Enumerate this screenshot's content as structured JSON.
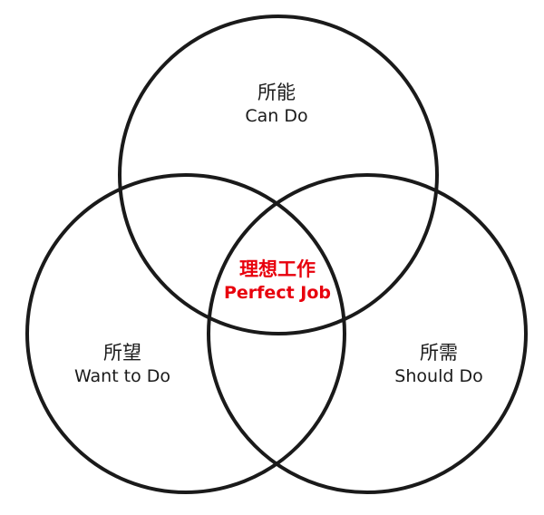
{
  "diagram": {
    "type": "venn",
    "sets": [
      {
        "zh": "所能",
        "en": "Can Do"
      },
      {
        "zh": "所望",
        "en": "Want to Do"
      },
      {
        "zh": "所需",
        "en": "Should Do"
      }
    ],
    "intersection": {
      "zh": "理想工作",
      "en": "Perfect Job"
    },
    "colors": {
      "stroke": "#1a1a1a",
      "text": "#1a1a1a",
      "highlight": "#e8000d"
    }
  }
}
